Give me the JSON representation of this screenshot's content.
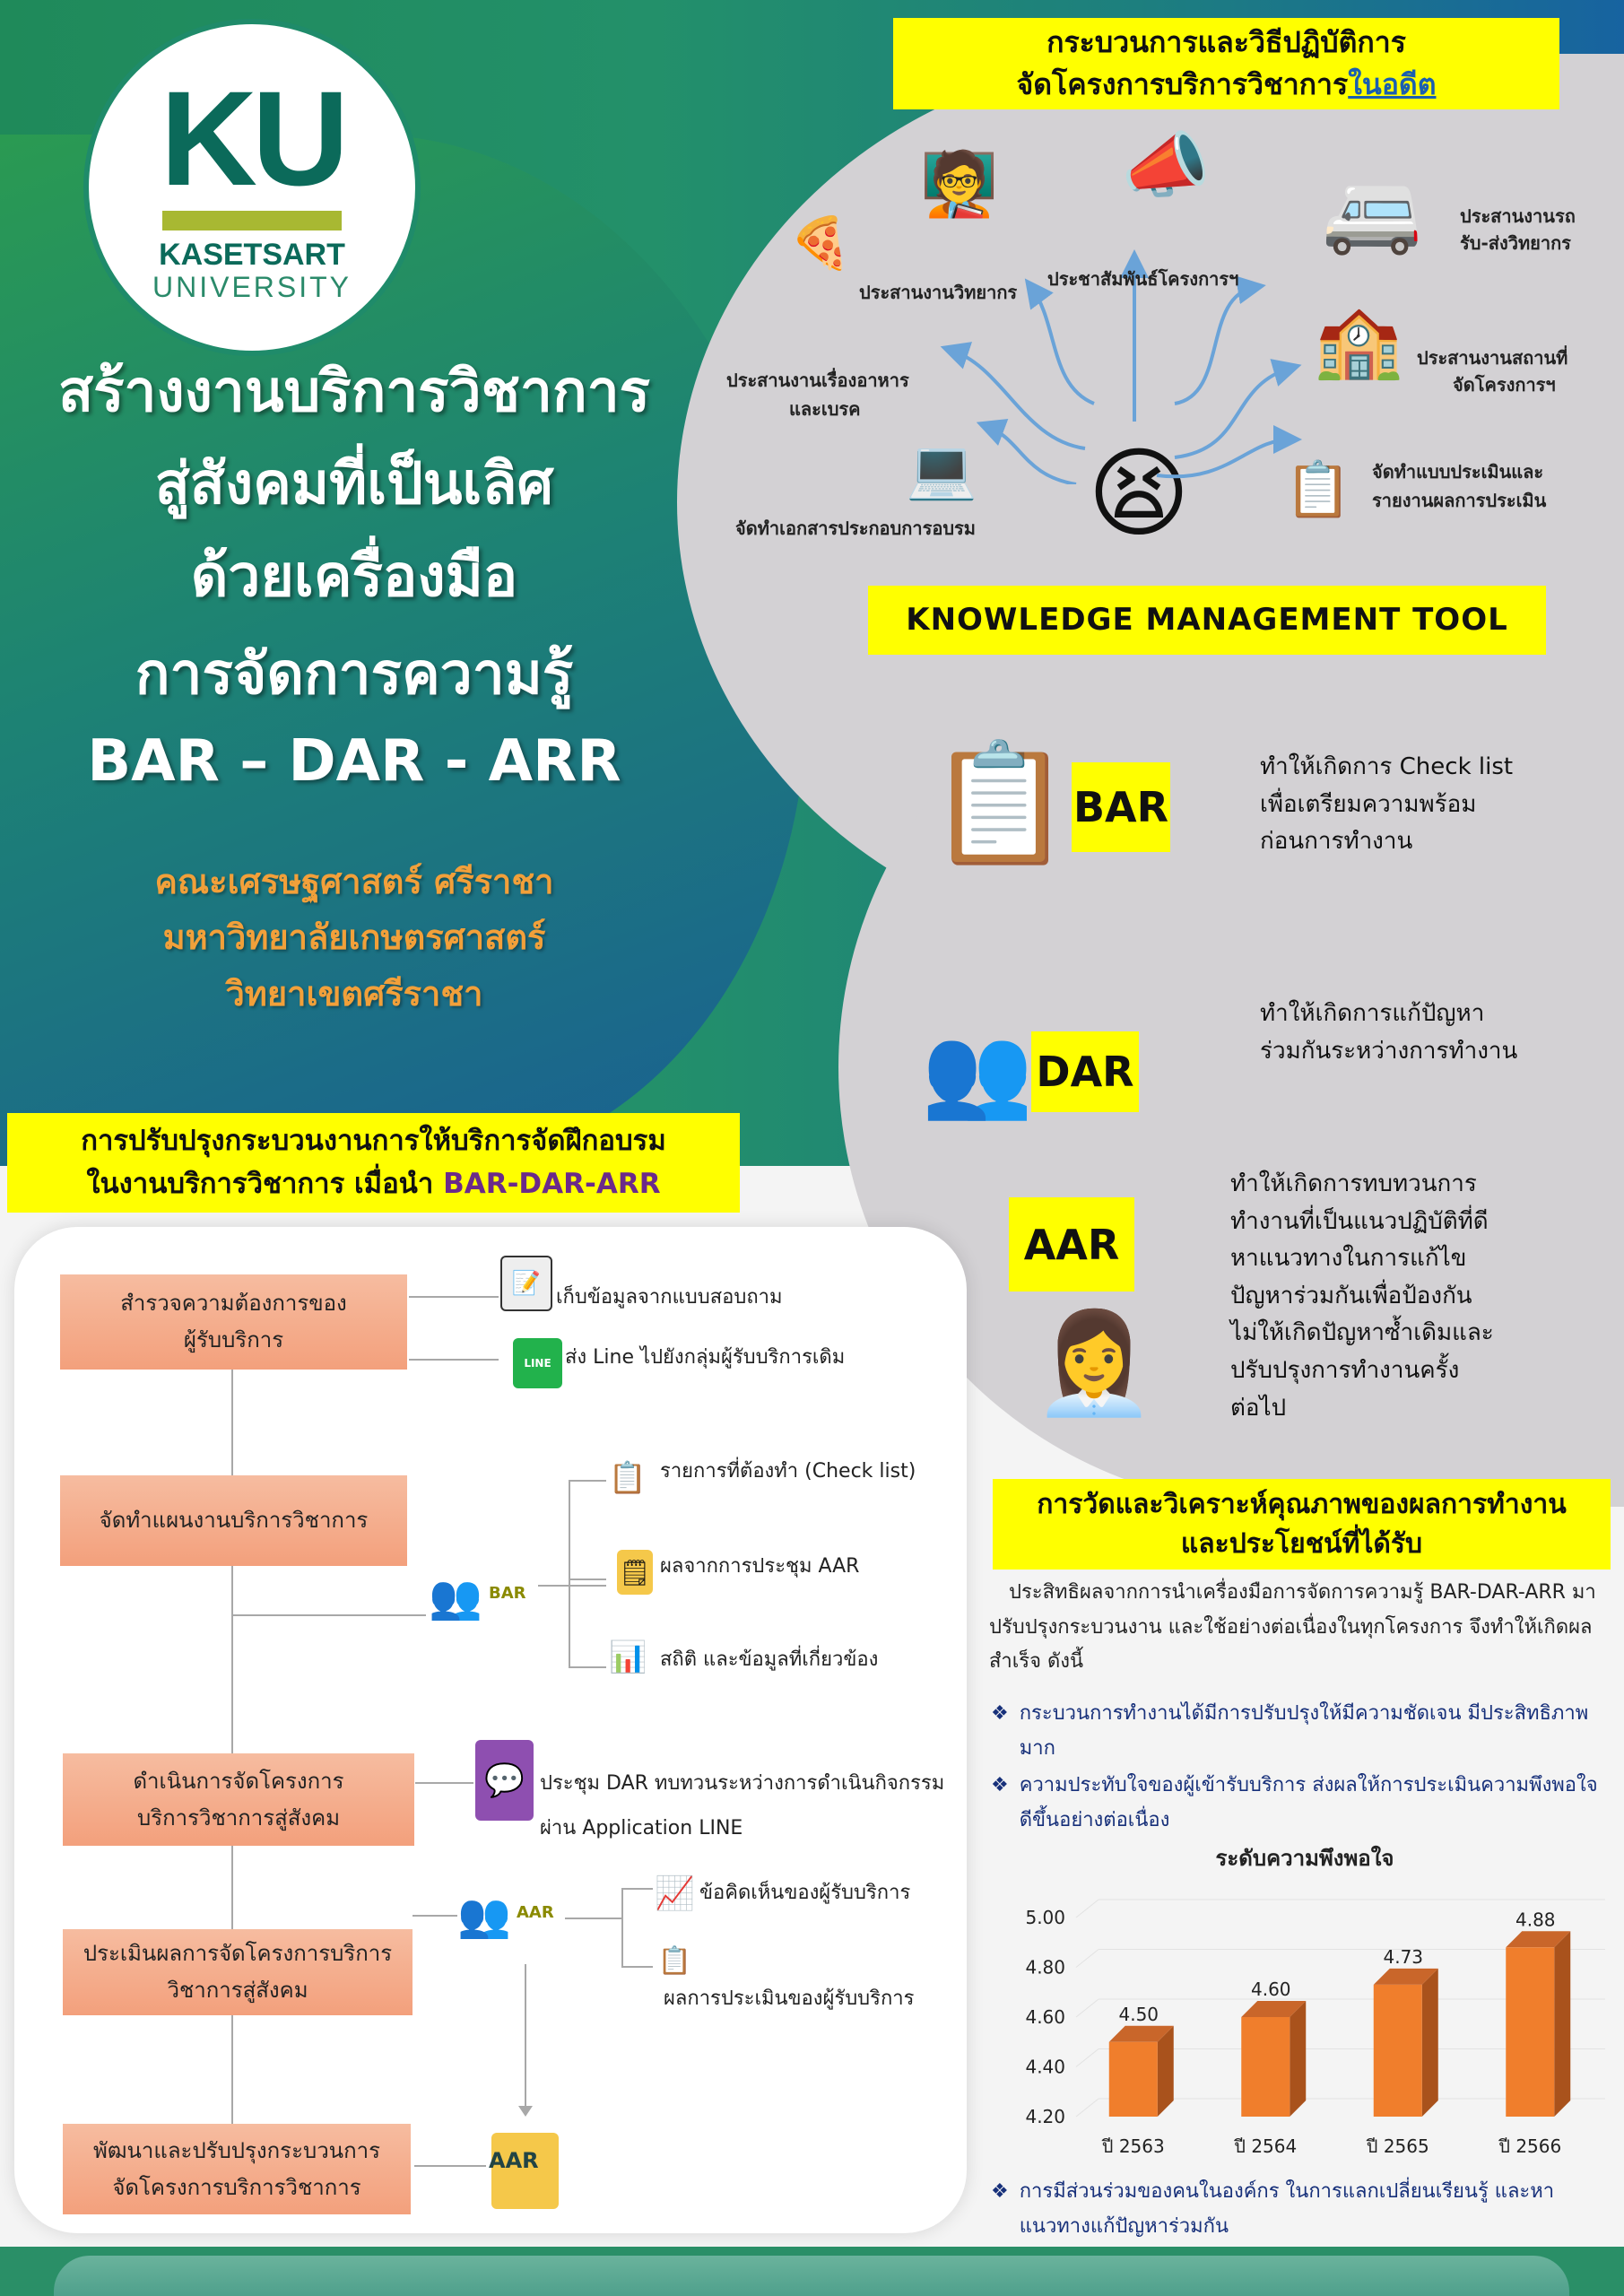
{
  "logo": {
    "letters": "KU",
    "name": "KASETSART",
    "university": "UNIVERSITY"
  },
  "title": {
    "lines": [
      "สร้างงานบริการวิชาการ",
      "สู่สังคมที่เป็นเลิศ",
      "ด้วยเครื่องมือ",
      "การจัดการความรู้",
      "BAR – DAR - ARR"
    ]
  },
  "subtitle": {
    "lines": [
      "คณะเศรษฐศาสตร์ ศรีราชา",
      "มหาวิทยาลัยเกษตรศาสตร์",
      "วิทยาเขตศรีราชา"
    ]
  },
  "past": {
    "heading_line1": "กระบวนการและวิธีปฏิบัติการ",
    "heading_line2": "จัดโครงการบริการวิชาการ",
    "heading_emph": "ในอดีต",
    "tasks": [
      "ประสานงานวิทยากร",
      "ประชาสัมพันธ์โครงการฯ",
      "ประสานงานรถ",
      "รับ-ส่งวิทยากร",
      "ประสานงานเรื่องอาหาร",
      "และเบรค",
      "ประสานงานสถานที่",
      "จัดโครงการฯ",
      "จัดทำแบบประเมินและ",
      "รายงานผลการประเมิน",
      "จัดทำเอกสารประกอบการอบรม"
    ]
  },
  "km": {
    "heading": "KNOWLEDGE MANAGEMENT TOOL",
    "tools": [
      {
        "tag": "BAR",
        "lines": [
          "ทำให้เกิดการ Check list",
          "เพื่อเตรียมความพร้อม",
          "ก่อนการทำงาน"
        ]
      },
      {
        "tag": "DAR",
        "lines": [
          "ทำให้เกิดการแก้ปัญหา",
          "ร่วมกันระหว่างการทำงาน"
        ]
      },
      {
        "tag": "AAR",
        "lines": [
          "ทำให้เกิดการทบทวนการ",
          "ทำงานที่เป็นแนวปฏิบัติที่ดี",
          "หาแนวทางในการแก้ไข",
          "ปัญหาร่วมกันเพื่อป้องกัน",
          "ไม่ให้เกิดปัญหาซ้ำเดิมและ",
          "ปรับปรุงการทำงานครั้ง",
          "ต่อไป"
        ]
      }
    ]
  },
  "improve": {
    "heading_line1": "การปรับปรุงกระบวนงานการให้บริการจัดฝึกอบรม",
    "heading_line2": "ในงานบริการวิชาการ เมื่อนำ ",
    "heading_emph": "BAR-DAR-ARR",
    "steps": [
      {
        "line1": "สำรวจความต้องการของ",
        "line2": "ผู้รับบริการ"
      },
      {
        "line1": "จัดทำแผนงานบริการวิชาการ",
        "line2": ""
      },
      {
        "line1": "ดำเนินการจัดโครงการ",
        "line2": "บริการวิชาการสู่สังคม"
      },
      {
        "line1": "ประเมินผลการจัดโครงการบริการ",
        "line2": "วิชาการสู่สังคม"
      },
      {
        "line1": "พัฒนาและปรับปรุงกระบวนการ",
        "line2": "จัดโครงการบริการวิชาการ"
      }
    ],
    "details": {
      "survey": "เก็บข้อมูลจากแบบสอบถาม",
      "line": "ส่ง Line ไปยังกลุ่มผู้รับบริการเดิม",
      "line_icon": "LINE",
      "checklist": "รายการที่ต้องทำ (Check list)",
      "aar_result": "ผลจากการประชุม AAR",
      "stats": "สถิติ และข้อมูลที่เกี่ยวข้อง",
      "bar_tag": "BAR",
      "dar_line1": "ประชุม DAR ทบทวนระหว่างการดำเนินกิจกรรม",
      "dar_line2": "ผ่าน Application LINE",
      "aar_tag": "AAR",
      "feedback": "ข้อคิดเห็นของผู้รับบริการ",
      "eval": "ผลการประเมินของผู้รับบริการ",
      "aar_note": "AAR"
    }
  },
  "results": {
    "heading_line1": "การวัดและวิเคราะห์คุณภาพของผลการทำงาน",
    "heading_line2": "และประโยชน์ที่ได้รับ",
    "intro": "ประสิทธิผลจากการนำเครื่องมือการจัดการความรู้ BAR-DAR-ARR มาปรับปรุงกระบวนงาน และใช้อย่างต่อเนื่องในทุกโครงการ จึงทำให้เกิดผลสำเร็จ ดังนี้",
    "bullets": [
      "กระบวนการทำงานได้มีการปรับปรุงให้มีความชัดเจน มีประสิทธิภาพมาก",
      "ความประทับใจของผู้เข้ารับบริการ ส่งผลให้การประเมินความพึงพอใจดีขึ้นอย่างต่อเนื่อง",
      "การมีส่วนร่วมของคนในองค์กร ในการแลกเปลี่ยนเรียนรู้ และหาแนวทางแก้ปัญหาร่วมกัน"
    ],
    "bullet_icon": "❖"
  },
  "chart_data": {
    "type": "bar",
    "title": "ระดับความพึงพอใจ",
    "categories": [
      "ปี 2563",
      "ปี 2564",
      "ปี 2565",
      "ปี 2566"
    ],
    "values": [
      4.5,
      4.6,
      4.73,
      4.88
    ],
    "value_labels": [
      "4.50",
      "4.60",
      "4.73",
      "4.88"
    ],
    "yticks": [
      "4.20",
      "4.40",
      "4.60",
      "4.80",
      "5.00"
    ],
    "ylim": [
      4.2,
      5.0
    ],
    "xlabel": "",
    "ylabel": "",
    "bar_color": "#f07e2c",
    "grid": true
  }
}
